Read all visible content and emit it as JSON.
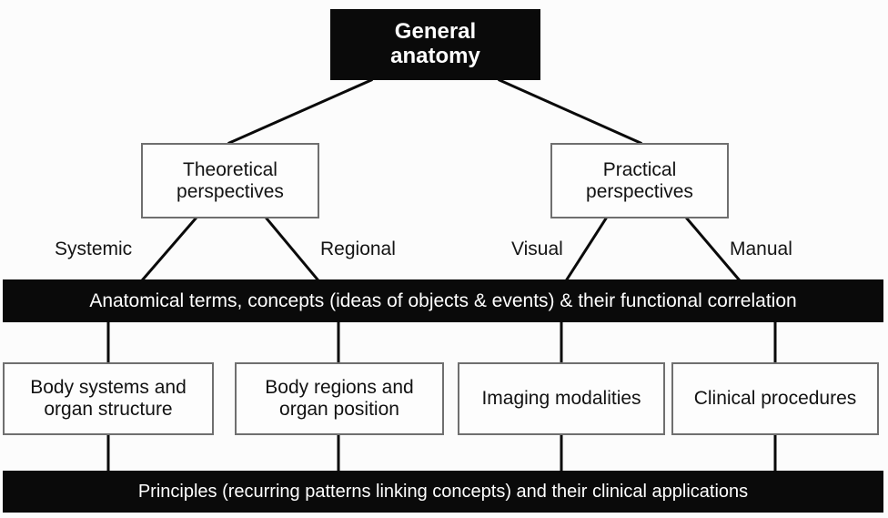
{
  "diagram": {
    "title": "General anatomy",
    "type": "hierarchy-flowchart",
    "colors": {
      "dark_fill": "#0a0a0a",
      "dark_text": "#ffffff",
      "light_fill": "#fdfdfd",
      "light_border": "#6f6f6f",
      "light_text": "#121212",
      "connector": "#0a0a0a",
      "background": "#fcfcfc"
    },
    "nodes": {
      "root": {
        "label": "General anatomy",
        "line1": "General",
        "line2": "anatomy",
        "style": "dark"
      },
      "theoretical": {
        "label": "Theoretical perspectives",
        "line1": "Theoretical",
        "line2": "perspectives",
        "style": "light"
      },
      "practical": {
        "label": "Practical perspectives",
        "line1": "Practical",
        "line2": "perspectives",
        "style": "light"
      },
      "concepts_bar": {
        "label": "Anatomical terms, concepts (ideas of objects & events) & their functional correlation",
        "style": "dark"
      },
      "body_systems": {
        "label": "Body systems and organ structure",
        "line1": "Body systems and",
        "line2": "organ structure",
        "style": "light"
      },
      "body_regions": {
        "label": "Body regions and organ position",
        "line1": "Body regions and",
        "line2": "organ position",
        "style": "light"
      },
      "imaging": {
        "label": "Imaging modalities",
        "line1": "Imaging modalities",
        "line2": "",
        "style": "light"
      },
      "clinical": {
        "label": "Clinical procedures",
        "line1": "Clinical procedures",
        "line2": "",
        "style": "light"
      },
      "principles_bar": {
        "label": "Principles (recurring patterns linking concepts) and their clinical applications",
        "style": "dark"
      }
    },
    "edge_labels": {
      "systemic": "Systemic",
      "regional": "Regional",
      "visual": "Visual",
      "manual": "Manual"
    }
  }
}
